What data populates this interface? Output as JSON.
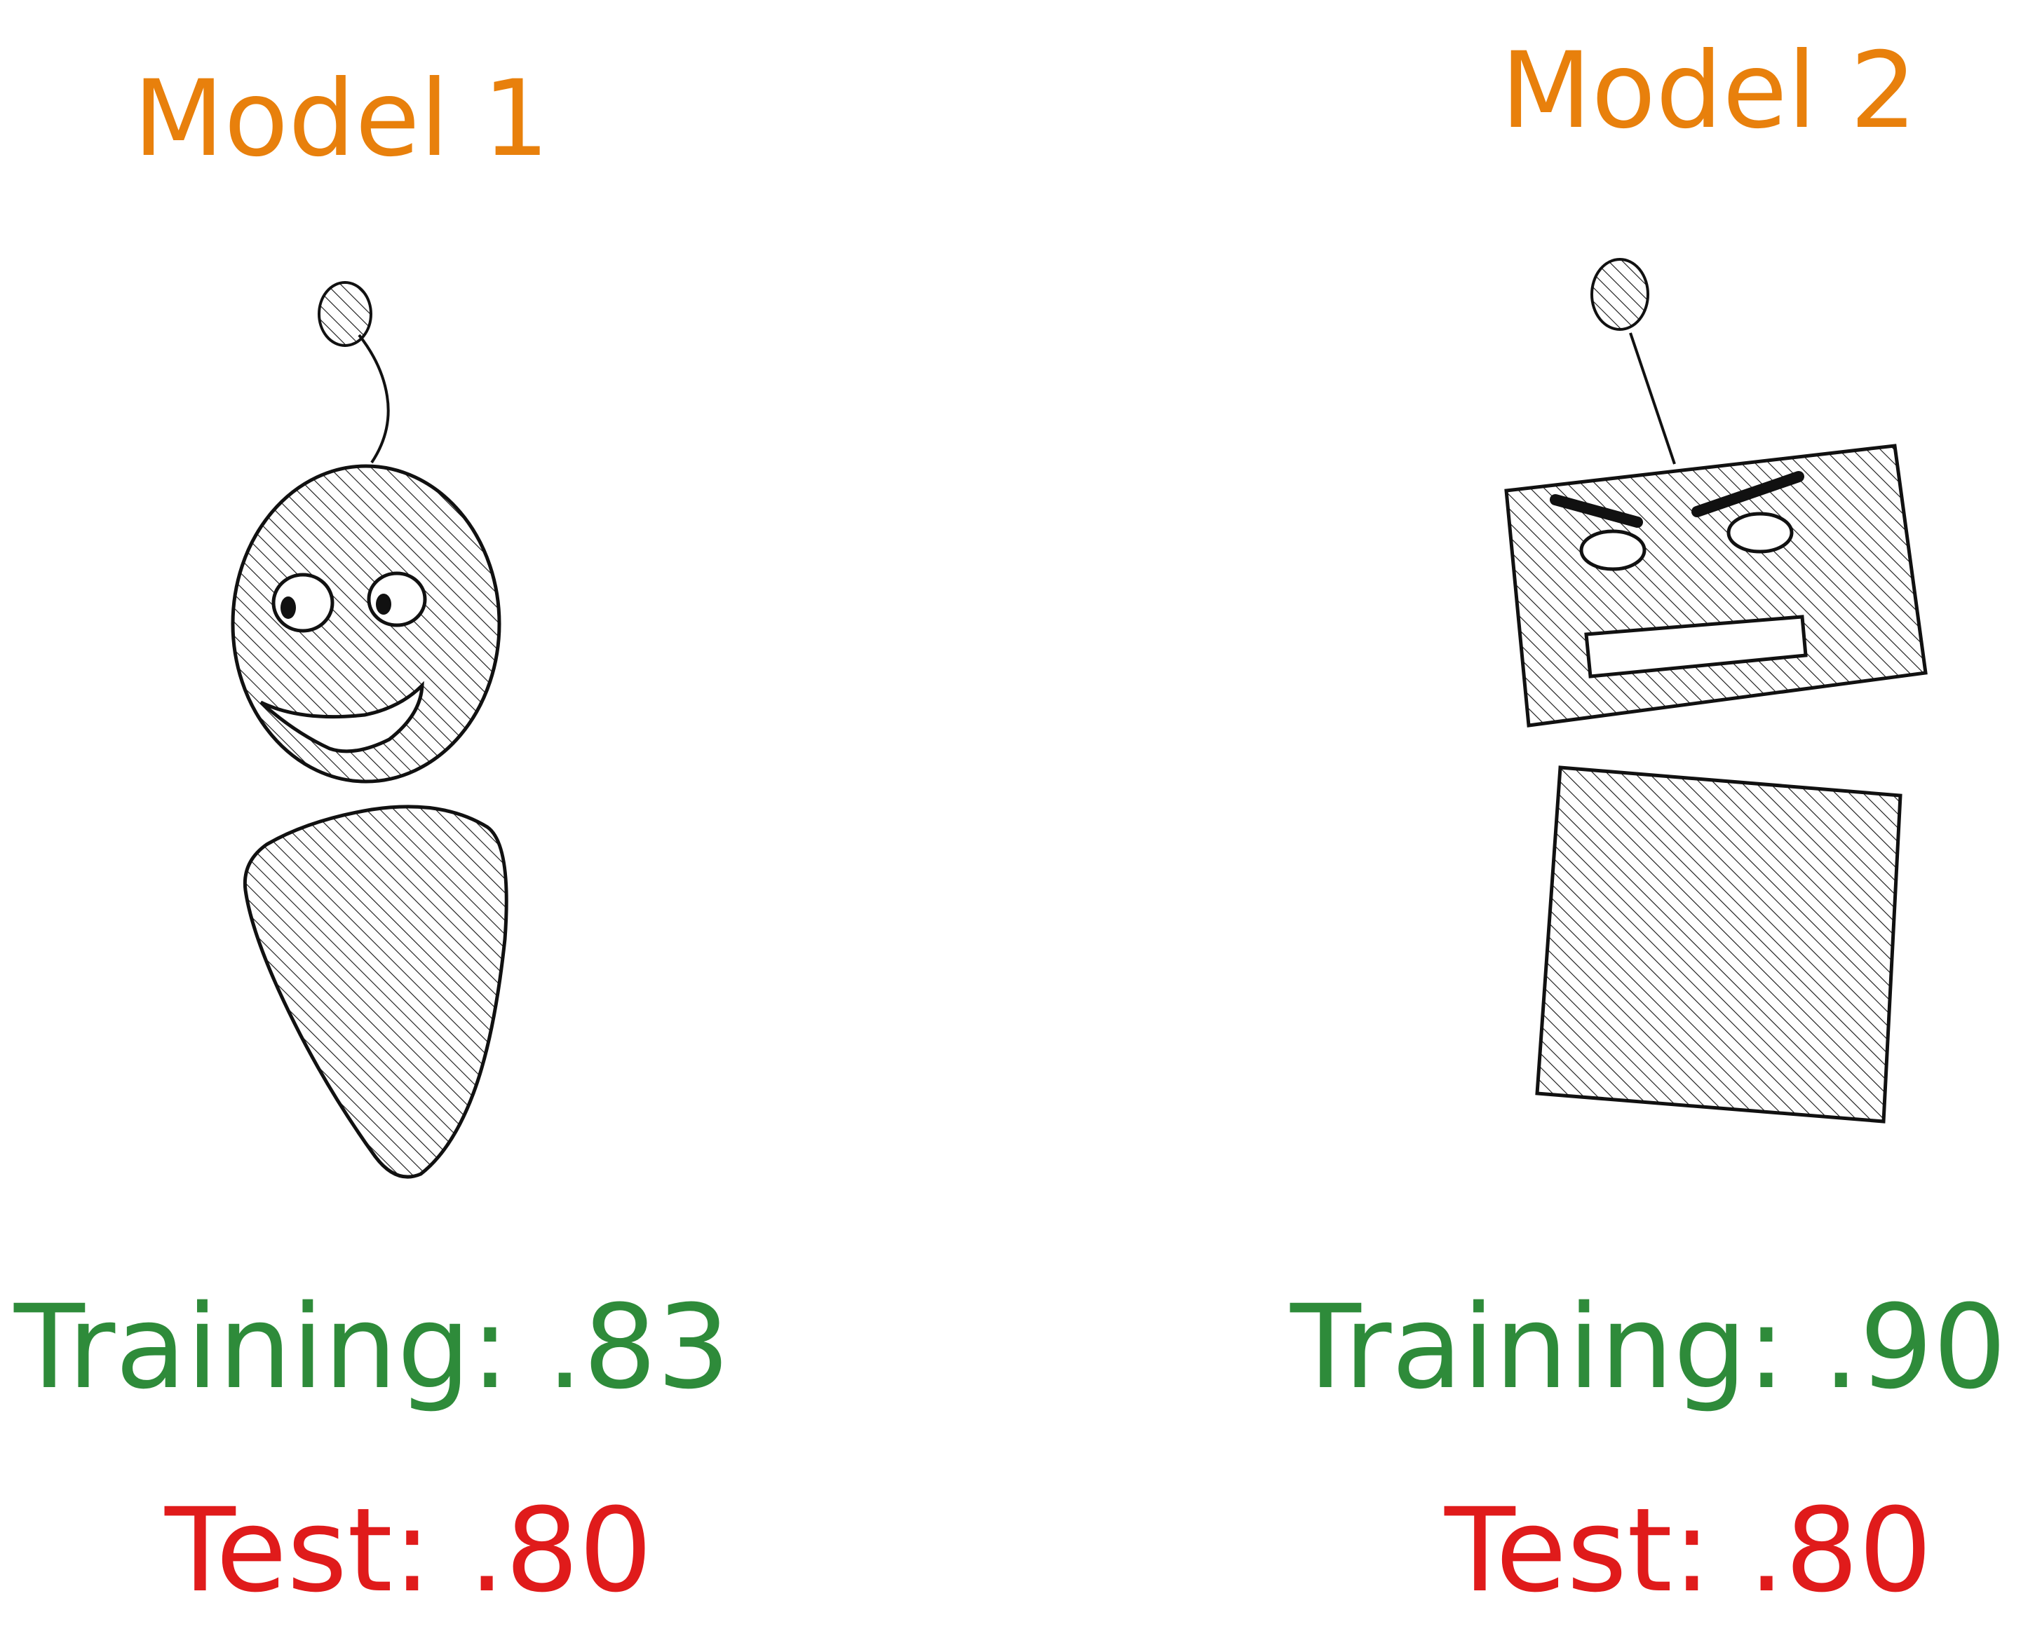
{
  "colors": {
    "title": "#e8800c",
    "training": "#2e8b3a",
    "test": "#e01b1b",
    "ink": "#111111"
  },
  "models": [
    {
      "title": "Model 1",
      "training": "Training: .83",
      "test": "Test: .80",
      "icon": "round-smiling-robot-icon"
    },
    {
      "title": "Model 2",
      "training": "Training: .90",
      "test": "Test: .80",
      "icon": "square-angry-robot-icon"
    }
  ]
}
